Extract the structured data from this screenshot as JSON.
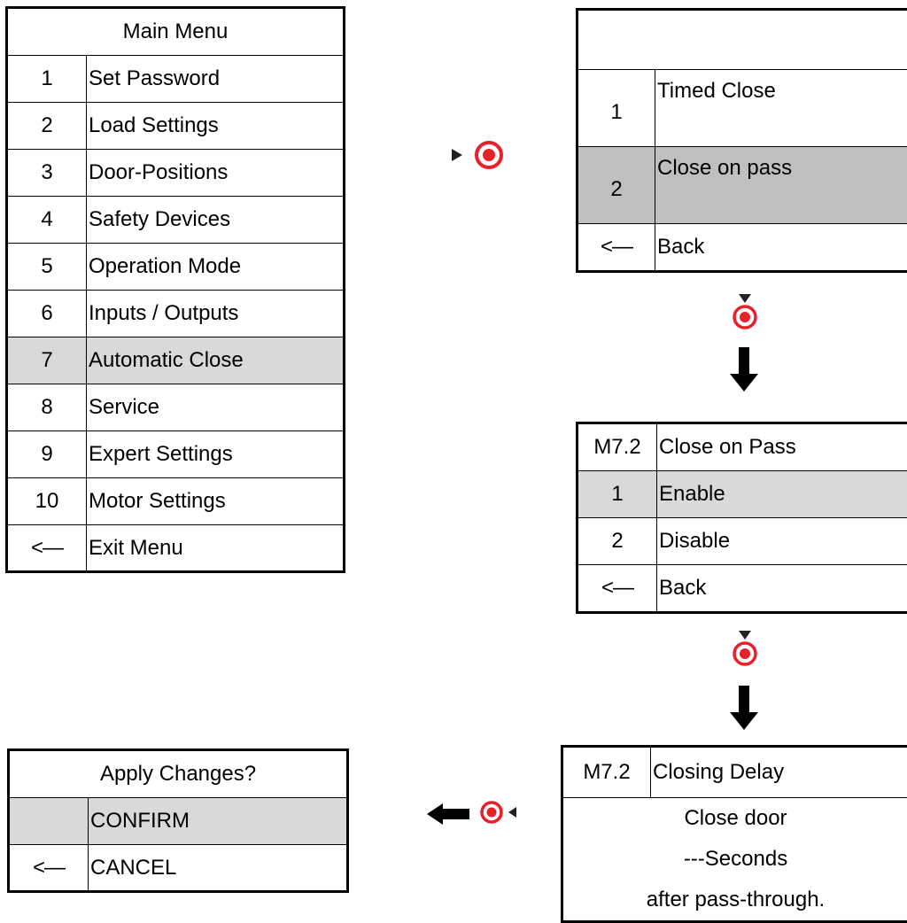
{
  "main_menu": {
    "title": "Main Menu",
    "items": [
      {
        "num": "1",
        "label": "Set Password"
      },
      {
        "num": "2",
        "label": "Load Settings"
      },
      {
        "num": "3",
        "label": "Door-Positions"
      },
      {
        "num": "4",
        "label": "Safety Devices"
      },
      {
        "num": "5",
        "label": "Operation Mode"
      },
      {
        "num": "6",
        "label": "Inputs / Outputs"
      },
      {
        "num": "7",
        "label": "Automatic Close"
      },
      {
        "num": "8",
        "label": "Service"
      },
      {
        "num": "9",
        "label": "Expert Settings"
      },
      {
        "num": "10",
        "label": "Motor Settings"
      },
      {
        "num": "<—",
        "label": "Exit Menu"
      }
    ],
    "selected_index": 6
  },
  "auto_close_menu": {
    "title": "",
    "items": [
      {
        "num": "1",
        "label": "Timed Close"
      },
      {
        "num": "2",
        "label": "Close on pass"
      },
      {
        "num": "<—",
        "label": "Back"
      }
    ],
    "selected_index": 1
  },
  "close_on_pass_menu": {
    "code": "M7.2",
    "title": "Close on Pass",
    "items": [
      {
        "num": "1",
        "label": "Enable"
      },
      {
        "num": "2",
        "label": "Disable"
      },
      {
        "num": "<—",
        "label": "Back"
      }
    ],
    "selected_index": 0
  },
  "closing_delay_screen": {
    "code": "M7.2",
    "title": "Closing Delay",
    "lines": [
      "Close door",
      "---Seconds",
      "after pass-through."
    ]
  },
  "apply_dialog": {
    "title": "Apply Changes?",
    "confirm_label": "CONFIRM",
    "cancel_num": "<—",
    "cancel_label": "CANCEL"
  },
  "colors": {
    "knob": "#e8202a",
    "highlight": "#d9d9d9",
    "highlight_dark": "#bfbfbf"
  },
  "icons": [
    "dial-knob-icon",
    "direction-arrow-icon"
  ]
}
